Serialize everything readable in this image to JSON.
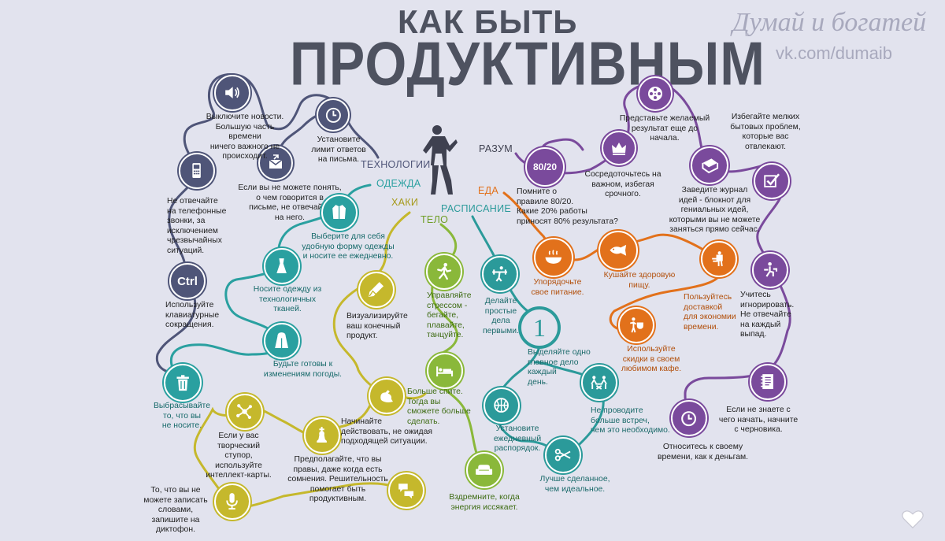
{
  "title": {
    "line1": "КАК БЫТЬ",
    "line2": "ПРОДУКТИВНЫМ"
  },
  "brand": {
    "name": "Думай и богатей",
    "url": "vk.com/dumaib"
  },
  "colors": {
    "tech": "#4f5578",
    "clothes": "#2aa0a0",
    "khaki": "#c5b82c",
    "body": "#8ab83a",
    "schedule": "#2b9a9a",
    "food": "#e2711b",
    "mind": "#7a4a9c",
    "bg": "#e2e3ee"
  },
  "categories": {
    "tech": "ТЕХНОЛОГИИ",
    "clothes": "ОДЕЖДА",
    "khaki": "ХАКИ",
    "body": "ТЕЛО",
    "schedule": "РАСПИСАНИЕ",
    "food": "ЕДА",
    "mind": "РАЗУМ"
  },
  "tips": {
    "t1": "Выключите новости.\nБольшую часть времени\nничего важного не\nпроисходит.",
    "t2": "Установите\nлимит ответов\nна письма.",
    "t3": "Если вы не можете понять,\nо чем говорится в\nписьме, не отвечайте\nна него.",
    "t4": "Не отвечайте\nна телефонные\nзвонки, за\nисключением\nчрезвычайных\nситуаций.",
    "t5": "Используйте\nклавиатурные\nсокращения.",
    "c1": "Выберите для себя\nудобную форму одежды\nи носите ее ежедневно.",
    "c2": "Носите одежду из\nтехнологичных\nтканей.",
    "c3": "Будьте готовы к\nизменениям погоды.",
    "c4": "Выбрасывайте\nто, что вы\nне носите.",
    "k1": "Визуализируйте\nваш конечный\nпродукт.",
    "k2": "Начинайте\nдействовать, не ожидая\nподходящей ситуации.",
    "k3": "Предполагайте, что вы\nправы, даже когда есть\nсомнения. Решительность\nпомогает быть\nпродуктивным.",
    "k4": "Если у вас\nтворческий ступор,\nиспользуйте\nинтеллект-карты.",
    "k5": "То, что вы не\nможете записать\nсловами,\nзапишите на\nдиктофон.",
    "b1": "Управляйте\nстрессом -\nбегайте,\nплавайте,\nтанцуйте.",
    "b2": "Больше спите.\nТогда вы\nсможете больше\nсделать.",
    "b3": "Вздремните, когда\nэнергия иссякает.",
    "s1": "Делайте\nпростые\nдела\nпервыми.",
    "s2": "Выделяйте одно\nглавное дело\nкаждый\nдень.",
    "s3": "Не проводите\nбольше встреч,\nчем это необходимо.",
    "s4": "Установите\nежедневный\nраспорядок.",
    "s5": "Лучше сделанное,\nчем идеальное.",
    "f1": "Упорядочьте\nсвое питание.",
    "f2": "Кушайте здоровую\nпищу.",
    "f3": "Пользуйтесь\nдоставкой\nдля экономии\nвремени.",
    "f4": "Используйте\nскидки в своем\nлюбимом кафе.",
    "m1": "Помните о\nправиле 80/20.\nКакие 20% работы\nприносят 80% результата?",
    "m2": "Сосредоточьтесь на\nважном, избегая\nсрочного.",
    "m3": "Представьте желаемый\nрезультат еще до\nначала.",
    "m4": "Избегайте мелких\nбытовых проблем,\nкоторые вас\nотвлекают.",
    "m5": "Заведите журнал\nидей - блокнот для\nгениальных идей,\nкоторыми вы не можете\nзаняться прямо сейчас.",
    "m6": "Учитесь\nигнорировать.\nНе отвечайте\nна каждый\nвыпад.",
    "m7": "Если не знаете с\nчего начать, начните\nс черновика.",
    "m8": "Относитесь к своему\nвремени, как к деньгам."
  },
  "icon_labels": {
    "ctrl": "Ctrl",
    "rule": "80/20",
    "one": "1"
  },
  "icons": [
    "speaker-icon",
    "clock-icon",
    "mail-icon",
    "phone-icon",
    "ctrl-key-icon",
    "jacket-icon",
    "dress-icon",
    "raincoat-icon",
    "trash-icon",
    "pencil-icon",
    "bird-icon",
    "chess-king-icon",
    "mindmap-icon",
    "microphone-icon",
    "speech-bubbles-icon",
    "runner-icon",
    "bed-icon",
    "sofa-icon",
    "dumbbell-icon",
    "number-one-icon",
    "basketball-icon",
    "meeting-icon",
    "scissors-icon",
    "soup-icon",
    "fish-icon",
    "delivery-icon",
    "cafe-icon",
    "eighty-twenty-icon",
    "crown-icon",
    "film-reel-icon",
    "book-icon",
    "checkbox-icon",
    "person-at-desk-icon",
    "notebook-icon",
    "stopwatch-icon"
  ]
}
